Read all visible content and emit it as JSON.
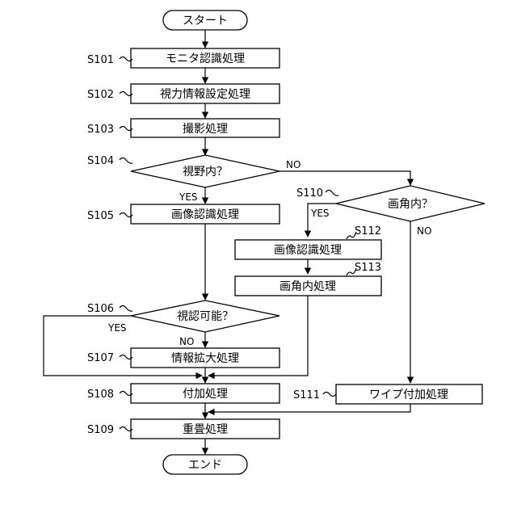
{
  "terminals": {
    "start": "スタート",
    "end": "エンド"
  },
  "steps": {
    "s101": {
      "id": "S101",
      "label": "モニタ認識処理"
    },
    "s102": {
      "id": "S102",
      "label": "視力情報設定処理"
    },
    "s103": {
      "id": "S103",
      "label": "撮影処理"
    },
    "s104": {
      "id": "S104",
      "label": "視野内？"
    },
    "s105": {
      "id": "S105",
      "label": "画像認識処理"
    },
    "s106": {
      "id": "S106",
      "label": "視認可能？"
    },
    "s107": {
      "id": "S107",
      "label": "情報拡大処理"
    },
    "s108": {
      "id": "S108",
      "label": "付加処理"
    },
    "s109": {
      "id": "S109",
      "label": "重畳処理"
    },
    "s110": {
      "id": "S110",
      "label": "画角内？"
    },
    "s111": {
      "id": "S111",
      "label": "ワイプ付加処理"
    },
    "s112": {
      "id": "S112",
      "label": "画像認識処理"
    },
    "s113": {
      "id": "S113",
      "label": "画角内処理"
    }
  },
  "branches": {
    "s104_yes": "YES",
    "s104_no": "NO",
    "s106_yes": "YES",
    "s106_no": "NO",
    "s110_yes": "YES",
    "s110_no": "NO"
  }
}
